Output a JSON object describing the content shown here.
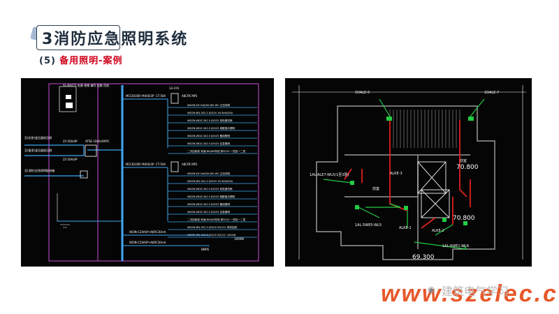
{
  "slide": {
    "title": "3消防应急照明系统",
    "subtitle_num": "(5)",
    "subtitle_text": "备用照明-案例"
  },
  "watermark": {
    "text": "www.szelec.cc",
    "cn_text": "建筑电气学习",
    "icon": "wechat-icon"
  },
  "left_drawing": {
    "labels": {
      "top_header": "AL-RAA71 电源 规格 编号 回路 用途",
      "switch": "ATSE-100A/4P/PC",
      "breaker1": "MCCB100F-M400/3P",
      "breaker2": "MCCB100F-M400/3P",
      "ct1": "CT-50A",
      "ct2": "CT-50A",
      "meter1": "A8CPE MP1",
      "meter2": "A8CPE MP1",
      "in1": "至(应急)变压器低压侧",
      "in2": "至(备用)变压器低压侧",
      "in3": "至(消防)应急照明配电箱",
      "src1": "25-50A/4P",
      "src2": "25-50A/4P",
      "bottom1": "W2IN-C20A/IP+N/RC30mA",
      "bottom2": "W2IN-C20A/IP+N/RC30mA",
      "power1": "1000W",
      "power2": "BMPE",
      "kw1": "33-47A"
    },
    "rows_top": [
      "WDZN-YJY-5x6/SH-WS WC 正压风机",
      "WDZN-BYJ-3X2.5 JDG20 16.5kW/35A",
      "WDZN-WDZ-3X2.5 JDG25 双电源切换",
      "WDZN-WDZ-3X2.5 JDG25 疏散指示照明",
      "WDZN-WDZ-3X2.5 JDG25 备用照明",
      "WDZN-WDZ-3X2.5 JDG25 应急照明",
      "二次控制线 采用(NH)BV导线 穿SC20 一层至一二层"
    ],
    "rows_bottom": [
      "WDZN-YJY-5x6/SH-WS WC 正压风机",
      "WDZN-BYJ-3X2.5 JDG25 16.5kW/35A",
      "WDZN-WDZ-3X2.5 JDG25 双电源切换",
      "WDZN-WDZ-3X2.5 JDG25 疏散指示照明",
      "WDZN-WDZ-3X2.5 JDG25 备用照明",
      "WDZN-WDZ-3X2.5 JDG25 应急照明",
      "二次控制线 采用(NH)BV导线 穿SC20 一层至一二层",
      "WDZN-BYJ-3X2.5 JDG20 WC/CC 风机控制",
      "WDZN-BYJ-3X2.5 JDG20 WC/CC 1000W"
    ]
  },
  "right_drawing": {
    "labels": {
      "tag1": "1DALE-5",
      "tag2": "1DALE-7",
      "tag3": "1AL-ALE7-WL5(1至3层)",
      "tag4": "ALKE-3",
      "tag5": "ALKE-1",
      "tag6": "1AL-5WE5-WL5",
      "tag7": "ALKE-2",
      "tag8": "1AL-6WE1-WL6",
      "elev1": "70.800",
      "elev2": "70.800",
      "elev3": "69.300",
      "room1": "前室",
      "room2": "前室"
    }
  }
}
